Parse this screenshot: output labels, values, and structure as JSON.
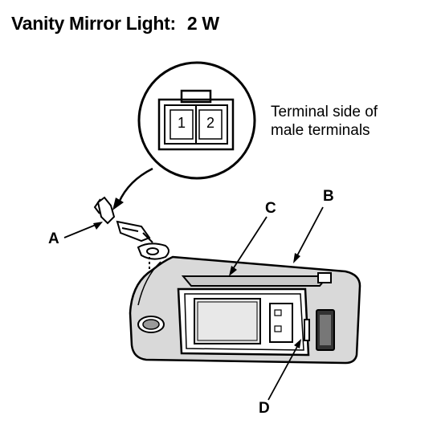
{
  "title": {
    "text": "Vanity Mirror Light:",
    "value": "2 W"
  },
  "inset": {
    "caption_line1": "Terminal side of",
    "caption_line2": "male terminals",
    "pins": [
      "1",
      "2"
    ]
  },
  "callouts": {
    "a": "A",
    "b": "B",
    "c": "C",
    "d": "D"
  }
}
